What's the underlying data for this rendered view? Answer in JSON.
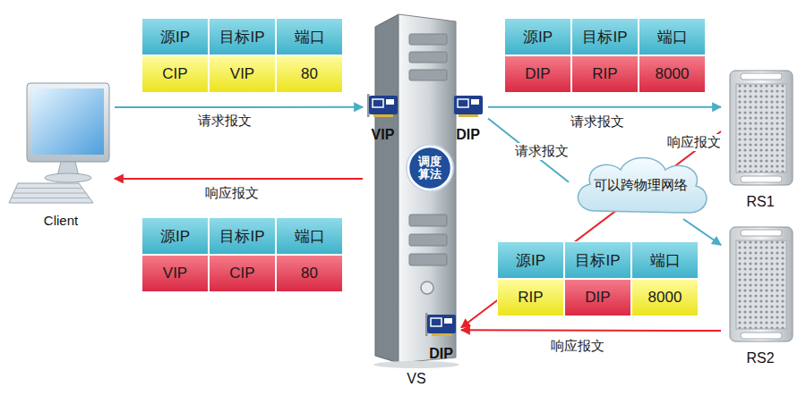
{
  "diagram": {
    "nodes": [
      {
        "text": [
          "Client"
        ]
      },
      {
        "text": [
          "VS"
        ]
      },
      {
        "text": [
          "VIP"
        ],
        "in": 1
      },
      {
        "text": [
          "DIP"
        ],
        "in": 1
      },
      {
        "text": [
          "调度算法"
        ],
        "in": 1
      },
      {
        "text": [
          "DIP"
        ],
        "in": 1
      },
      {
        "text": [
          "可以跨物理网络"
        ]
      },
      {
        "text": [
          "RS1"
        ]
      },
      {
        "text": [
          "RS2"
        ]
      }
    ],
    "edges": [
      {
        "from": 0,
        "to": 2,
        "label": "请求报文",
        "arrow": "to"
      },
      {
        "from": 1,
        "to": 0,
        "label": "响应报文",
        "arrow": "to"
      },
      {
        "from": 3,
        "to": 7,
        "label": "请求报文",
        "arrow": "to"
      },
      {
        "from": 3,
        "to": 6,
        "label": "请求报文",
        "arrow": "none"
      },
      {
        "from": 6,
        "to": 8,
        "arrow": "to"
      },
      {
        "from": 7,
        "to": 5,
        "label": "响应报文",
        "arrow": "to"
      },
      {
        "from": 8,
        "to": 5,
        "label": "响应报文",
        "arrow": "to"
      }
    ],
    "labels": [
      "源IP",
      "目标IP",
      "端口",
      "CIP",
      "VIP",
      "80",
      "源IP",
      "目标IP",
      "端口",
      "DIP",
      "RIP",
      "8000",
      "源IP",
      "目标IP",
      "端口",
      "VIP",
      "CIP",
      "80",
      "源IP",
      "目标IP",
      "端口",
      "RIP",
      "DIP",
      "8000"
    ]
  }
}
